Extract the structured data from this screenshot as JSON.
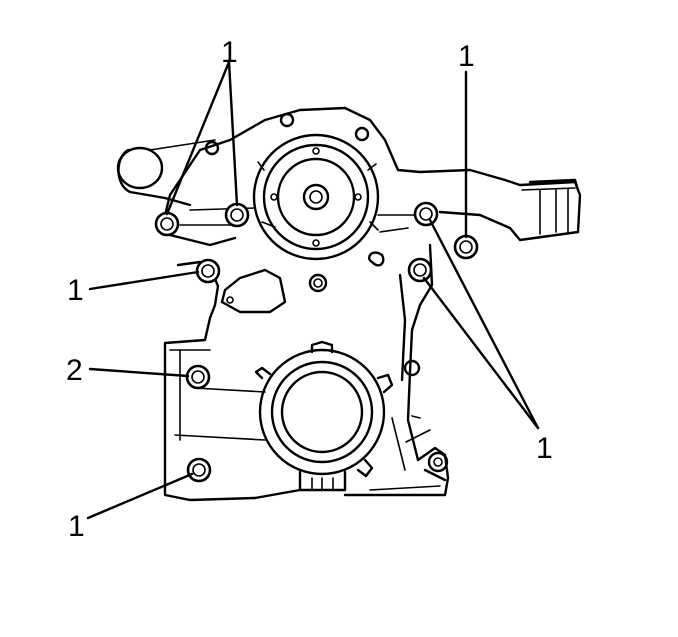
{
  "callouts": {
    "c1": "1",
    "c2": "1",
    "c3": "1",
    "c4": "2",
    "c5": "1",
    "c6": "1"
  },
  "colors": {
    "line": "#000000",
    "background": "#ffffff"
  }
}
